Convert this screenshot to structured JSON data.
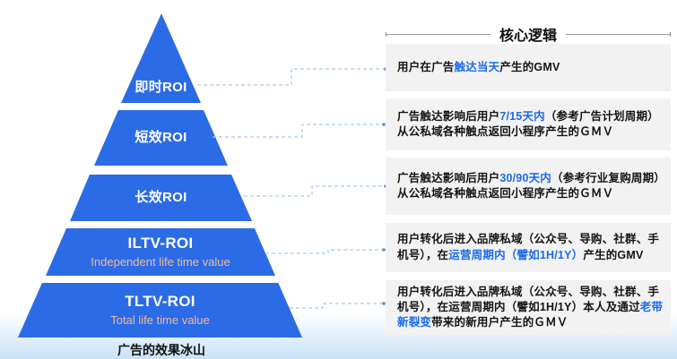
{
  "colors": {
    "pyramid_blue": "#2c6be6",
    "highlight_blue": "#1b6aea",
    "subtitle_peach": "#edb99d",
    "row_background": "#f2f2f2",
    "connector_blue": "#a9caeb",
    "water_blue": "#c9e2f6"
  },
  "pyramid": {
    "caption": "广告的效果冰山",
    "levels": [
      {
        "label": "即时ROI",
        "subtitle": ""
      },
      {
        "label": "短效ROI",
        "subtitle": ""
      },
      {
        "label": "长效ROI",
        "subtitle": ""
      },
      {
        "label": "ILTV-ROI",
        "subtitle": "Independent life time value"
      },
      {
        "label": "TLTV-ROI",
        "subtitle": "Total life time value"
      }
    ]
  },
  "right_panel": {
    "title": "核心逻辑",
    "rows": [
      {
        "segments": [
          {
            "t": "用户在广告"
          },
          {
            "t": "触达当天",
            "h": true
          },
          {
            "t": "产生的GMV"
          }
        ]
      },
      {
        "segments": [
          {
            "t": "广告触达影响后用户"
          },
          {
            "t": "7/15天内",
            "h": true
          },
          {
            "t": "（参考广告计划周期）从公私域各种触点返回小程序产生的ＧＭＶ"
          }
        ]
      },
      {
        "segments": [
          {
            "t": "广告触达影响后用户"
          },
          {
            "t": "30/90天内",
            "h": true
          },
          {
            "t": "（参考行业复购周期）从公私域各种触点返回小程序产生的ＧＭＶ"
          }
        ]
      },
      {
        "segments": [
          {
            "t": "用户转化后进入品牌私域（公众号、导购、社群、手机号），在"
          },
          {
            "t": "运营周期内（譬如1H/1Y）",
            "h": true
          },
          {
            "t": "产生的GMV"
          }
        ]
      },
      {
        "segments": [
          {
            "t": "用户转化后进入品牌私域（公众号、导购、社群、手机号），在运营周期内（譬如1H/1Y）本人及通过"
          },
          {
            "t": "老带新裂变",
            "h": true
          },
          {
            "t": "带来的新用户产生的ＧＭＶ"
          }
        ]
      }
    ]
  }
}
